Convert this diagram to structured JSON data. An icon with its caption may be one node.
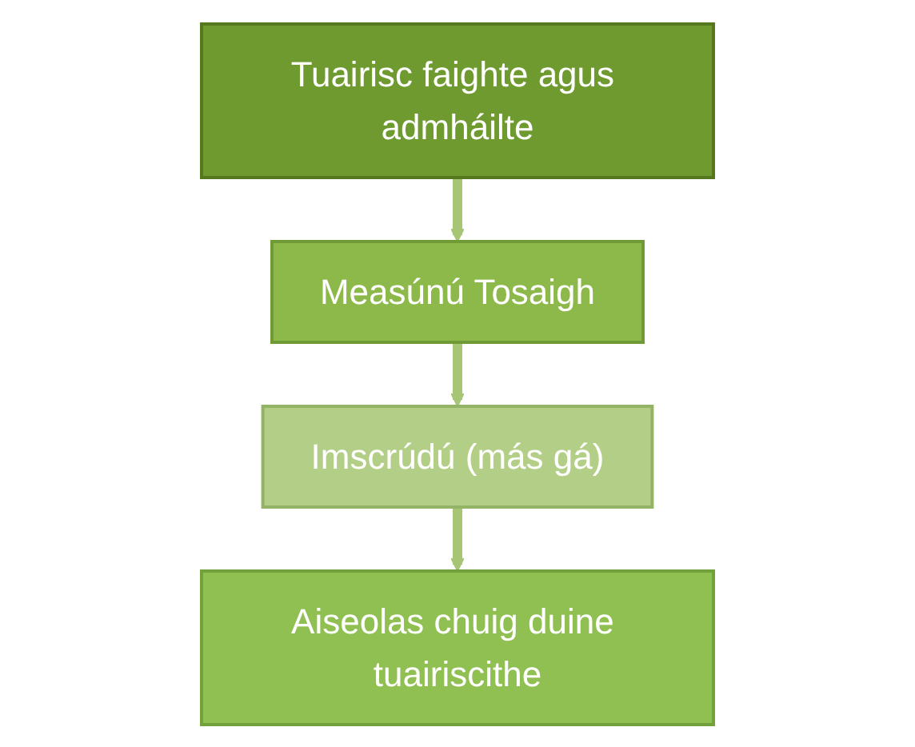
{
  "diagram": {
    "nodes": [
      {
        "text": [
          "Tuairisc faighte agus admháilte"
        ]
      },
      {
        "text": [
          "Measúnú Tosaigh"
        ]
      },
      {
        "text": [
          "Imscrúdú (más gá)"
        ]
      },
      {
        "text": [
          "Aiseolas chuig duine tuairiscithe"
        ]
      }
    ],
    "edges": [
      {
        "from": 0,
        "to": 1,
        "arrow": "to"
      },
      {
        "from": 1,
        "to": 2,
        "arrow": "to"
      },
      {
        "from": 2,
        "to": 3,
        "arrow": "to"
      }
    ]
  }
}
